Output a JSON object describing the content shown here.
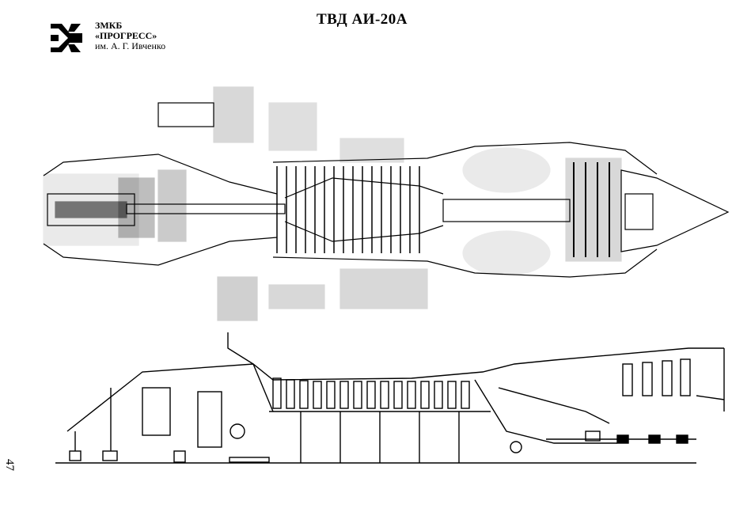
{
  "header": {
    "org_line1": "ЗМКБ",
    "org_line2": "«ПРОГРЕСС»",
    "org_line3": "им. А. Г. Ивченко",
    "title": "ТВД АИ-20А"
  },
  "page_number": "47",
  "figures": [
    {
      "kind": "engine-cross-section"
    },
    {
      "kind": "kinematic-scheme"
    }
  ],
  "icons": {
    "logo": "zmkb-progress-logo"
  },
  "colors": {
    "ink": "#000000",
    "paper": "#ffffff"
  }
}
